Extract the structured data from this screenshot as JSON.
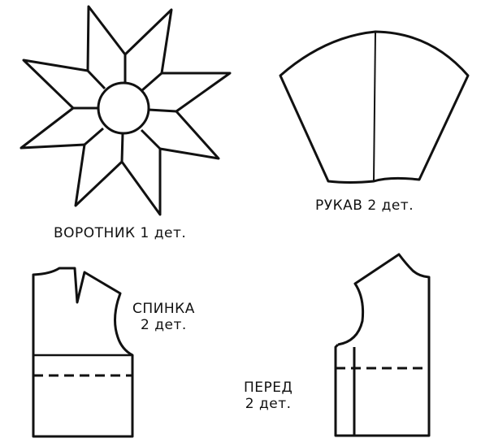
{
  "pieces": [
    {
      "id": "collar",
      "label": "ВОРОТНИК 1 дет."
    },
    {
      "id": "sleeve",
      "label": "РУКАВ 2 дет."
    },
    {
      "id": "back",
      "label_line1": "СПИНКА",
      "label_line2": "2 дет."
    },
    {
      "id": "front",
      "label_line1": "ПЕРЕД",
      "label_line2": "2 дет."
    }
  ],
  "colors": {
    "line": "#111111",
    "background": "#ffffff"
  }
}
